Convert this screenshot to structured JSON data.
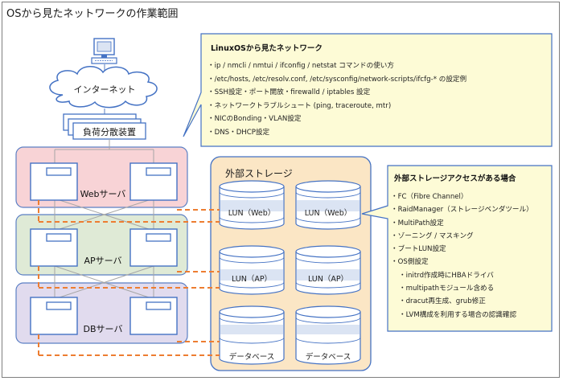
{
  "title": "OSから見たネットワークの作業範囲",
  "network": {
    "internet_label": "インターネット",
    "lb_label": "負荷分散装置"
  },
  "zones": {
    "web": "Webサーバ",
    "ap": "APサーバ",
    "db": "DBサーバ"
  },
  "storage": {
    "title": "外部ストレージ",
    "luns": [
      "LUN（Web）",
      "LUN（Web）",
      "LUN（AP）",
      "LUN（AP）",
      "データベース",
      "データベース"
    ]
  },
  "linux_box": {
    "title": "LinuxOSから見たネットワーク",
    "items": [
      "・ip / nmcli / nmtui / ifconfig / netstat コマンドの使い方",
      "・/etc/hosts, /etc/resolv.conf, /etc/sysconfig/network-scripts/ifcfg-* の設定例",
      "・SSH設定・ポート開放・firewalld / iptables 設定",
      "・ネットワークトラブルシュート (ping, traceroute, mtr)",
      "・NICのBonding・VLAN設定",
      "・DNS・DHCP設定"
    ]
  },
  "storage_box": {
    "title": "外部ストレージアクセスがある場合",
    "items": [
      "・FC（Fibre Channel）",
      "・RaidManager（ストレージベンダツール）",
      "・MultiPath設定",
      "・ゾーニング / マスキング",
      "・ブートLUN設定",
      "・OS側設定",
      "・initrd作成時にHBAドライバ",
      "・multipathモジュール含める",
      "・dracut再生成、grub修正",
      "・LVM構成を利用する場合の認識確認"
    ]
  },
  "colors": {
    "web_zone": "#f8d3d6",
    "ap_zone": "#dfead6",
    "db_zone": "#e1dbee",
    "storage_bg": "#fbe6c5",
    "callout_bg": "#fdfbd6",
    "accent_blue": "#4472c4",
    "dash_orange": "#ed7d31"
  }
}
